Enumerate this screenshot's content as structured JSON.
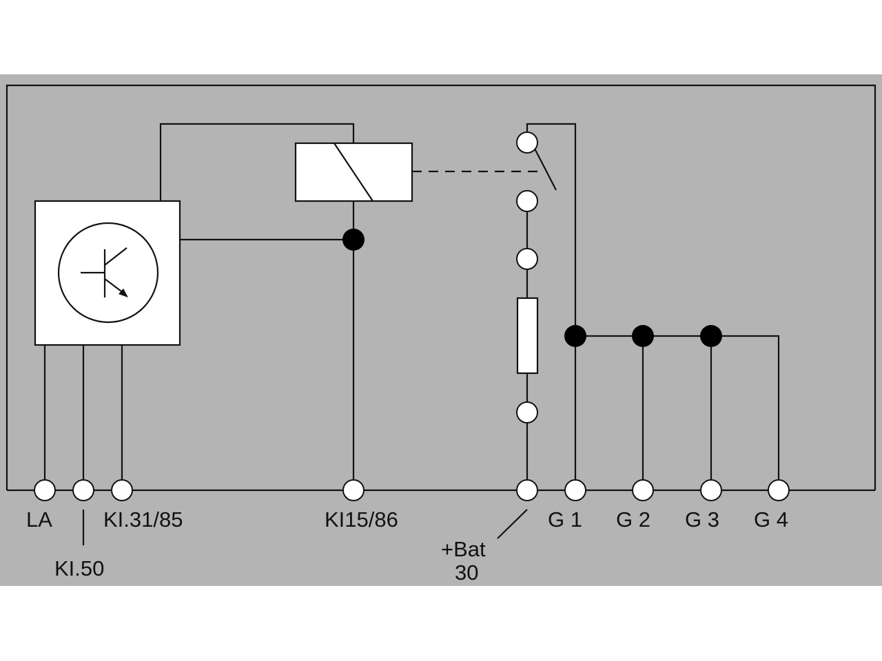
{
  "labels": {
    "la": "LA",
    "kl50": "KI.50",
    "kl31": "KI.31/85",
    "kl15": "KI15/86",
    "bat_line1": "+Bat",
    "bat_line2": "30",
    "g1": "G 1",
    "g2": "G 2",
    "g3": "G 3",
    "g4": "G 4"
  },
  "colors": {
    "background": "#b4b4b4",
    "line": "#111111",
    "component_fill": "#ffffff",
    "junction": "#000000"
  },
  "icons": {
    "transistor": "transistor-symbol-icon",
    "relay_coil": "relay-coil-icon",
    "relay_switch": "relay-contact-switch-icon",
    "fuse": "fuse-icon"
  }
}
